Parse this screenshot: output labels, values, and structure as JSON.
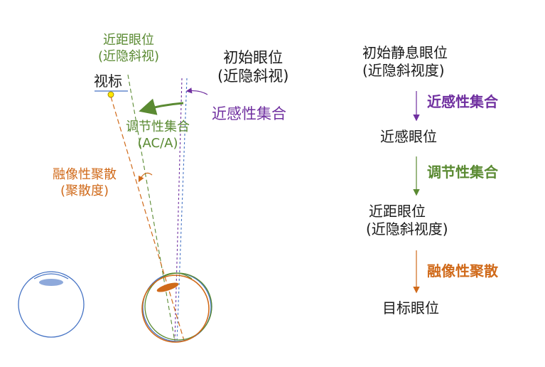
{
  "labels": {
    "near_position_line1": "近距眼位",
    "near_position_line2": "(近隐斜视)",
    "target": "视标",
    "initial_line1": "初始眼位",
    "initial_line2": "(近隐斜视)",
    "proximal_convergence": "近感性集合",
    "accommodative_line1": "调节性集合",
    "accommodative_line2": "(AC/A)",
    "fusional_line1": "融像性聚散",
    "fusional_line2": "(聚散度)"
  },
  "flow": {
    "step1_line1": "初始静息眼位",
    "step1_line2": "(近隐斜视度)",
    "arrow1": "近感性集合",
    "step2": "近感眼位",
    "arrow2": "调节性集合",
    "step3_line1": "近距眼位",
    "step3_line2": "(近隐斜视度)",
    "arrow3": "融像性聚散",
    "step4": "目标眼位"
  },
  "colors": {
    "green": "#5a8a32",
    "purple": "#7030a0",
    "orange": "#d06a1a",
    "blue": "#4472c4"
  }
}
